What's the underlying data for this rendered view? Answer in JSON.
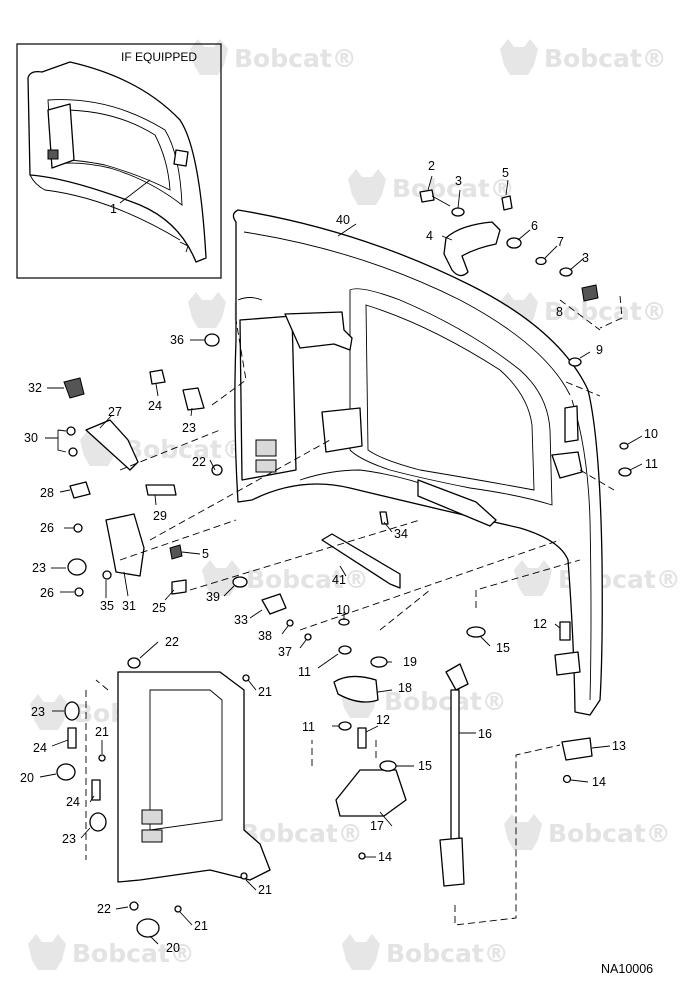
{
  "brand": {
    "watermark": "Bobcat",
    "trademark": "®"
  },
  "inset": {
    "title": "IF EQUIPPED",
    "label": "1"
  },
  "drawing_code": "NA10006",
  "callouts": [
    "2",
    "3",
    "5",
    "4",
    "6",
    "7",
    "3",
    "8",
    "9",
    "10",
    "11",
    "40",
    "36",
    "32",
    "27",
    "24",
    "23",
    "30",
    "22",
    "28",
    "29",
    "26",
    "5",
    "23",
    "26",
    "35",
    "31",
    "25",
    "39",
    "33",
    "38",
    "37",
    "34",
    "41",
    "10",
    "11",
    "19",
    "18",
    "12",
    "15",
    "12",
    "16",
    "11",
    "15",
    "13",
    "14",
    "17",
    "14",
    "22",
    "21",
    "23",
    "24",
    "21",
    "20",
    "24",
    "23",
    "21",
    "22",
    "21",
    "20"
  ]
}
